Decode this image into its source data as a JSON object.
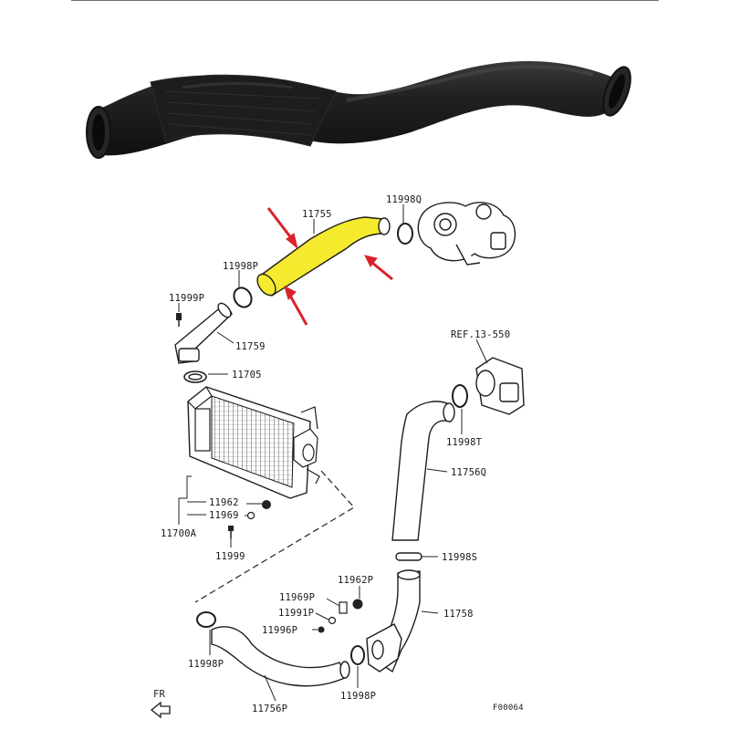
{
  "labels": {
    "p11755": "11755",
    "p11998q": "11998Q",
    "p11998p_top": "11998P",
    "p11999p": "11999P",
    "p11759": "11759",
    "p11705": "11705",
    "ref": "REF.13-550",
    "p11998t": "11998T",
    "p11756q": "11756Q",
    "p11962_left": "11962",
    "p11969": "11969",
    "p11700a": "11700A",
    "p11999": "11999",
    "p11998s": "11998S",
    "p11969p": "11969P",
    "p11962p": "11962P",
    "p11991p": "11991P",
    "p11996p": "11996P",
    "p11758": "11758",
    "p11998p_bl": "11998P",
    "p11998p_br": "11998P",
    "p11756p": "11756P",
    "fr": "FR",
    "fig_id": "F00064"
  },
  "colors": {
    "highlight": "#f6ea2e",
    "arrow": "#d9232a",
    "hose": "#1b1b1b",
    "line": "#222222"
  },
  "icons": {
    "arrow": "red-pointer-arrow",
    "front": "front-direction-arrow-icon"
  }
}
